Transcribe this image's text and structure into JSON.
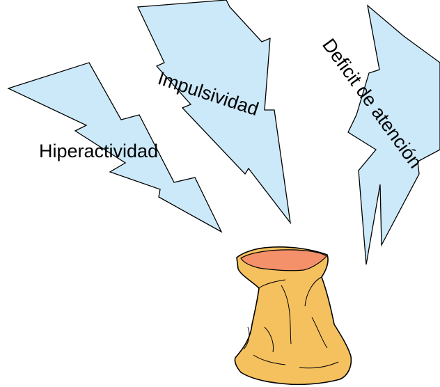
{
  "labels": {
    "hiperactividad": "Hiperactividad",
    "impulsividad": "Impulsividad",
    "deficit": "Deficit de atención"
  },
  "colors": {
    "bolt_fill": "#cce9f9",
    "bolt_stroke": "#000000",
    "bag_fill": "#f5c15e",
    "bag_opening": "#f4906a",
    "background": "#ffffff"
  }
}
